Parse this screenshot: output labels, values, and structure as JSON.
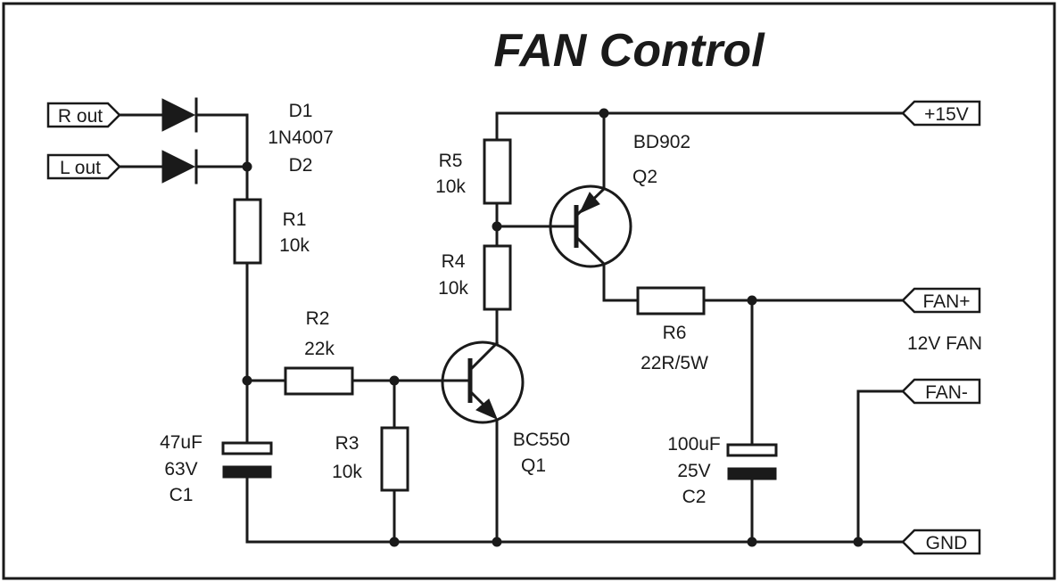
{
  "title": "FAN Control",
  "ports": {
    "r_out": "R out",
    "l_out": "L out",
    "v15": "+15V",
    "fan_plus": "FAN+",
    "fan_minus": "FAN-",
    "gnd": "GND"
  },
  "components": {
    "d1": {
      "ref": "D1",
      "part": "1N4007"
    },
    "d2": {
      "ref": "D2"
    },
    "r1": {
      "ref": "R1",
      "value": "10k"
    },
    "r2": {
      "ref": "R2",
      "value": "22k"
    },
    "r3": {
      "ref": "R3",
      "value": "10k"
    },
    "r4": {
      "ref": "R4",
      "value": "10k"
    },
    "r5": {
      "ref": "R5",
      "value": "10k"
    },
    "r6": {
      "ref": "R6",
      "value": "22R/5W"
    },
    "c1": {
      "value": "47uF",
      "voltage": "63V",
      "ref": "C1"
    },
    "c2": {
      "value": "100uF",
      "voltage": "25V",
      "ref": "C2"
    },
    "q1": {
      "part": "BC550",
      "ref": "Q1"
    },
    "q2": {
      "part": "BD902",
      "ref": "Q2"
    }
  },
  "notes": {
    "fan": "12V FAN"
  }
}
